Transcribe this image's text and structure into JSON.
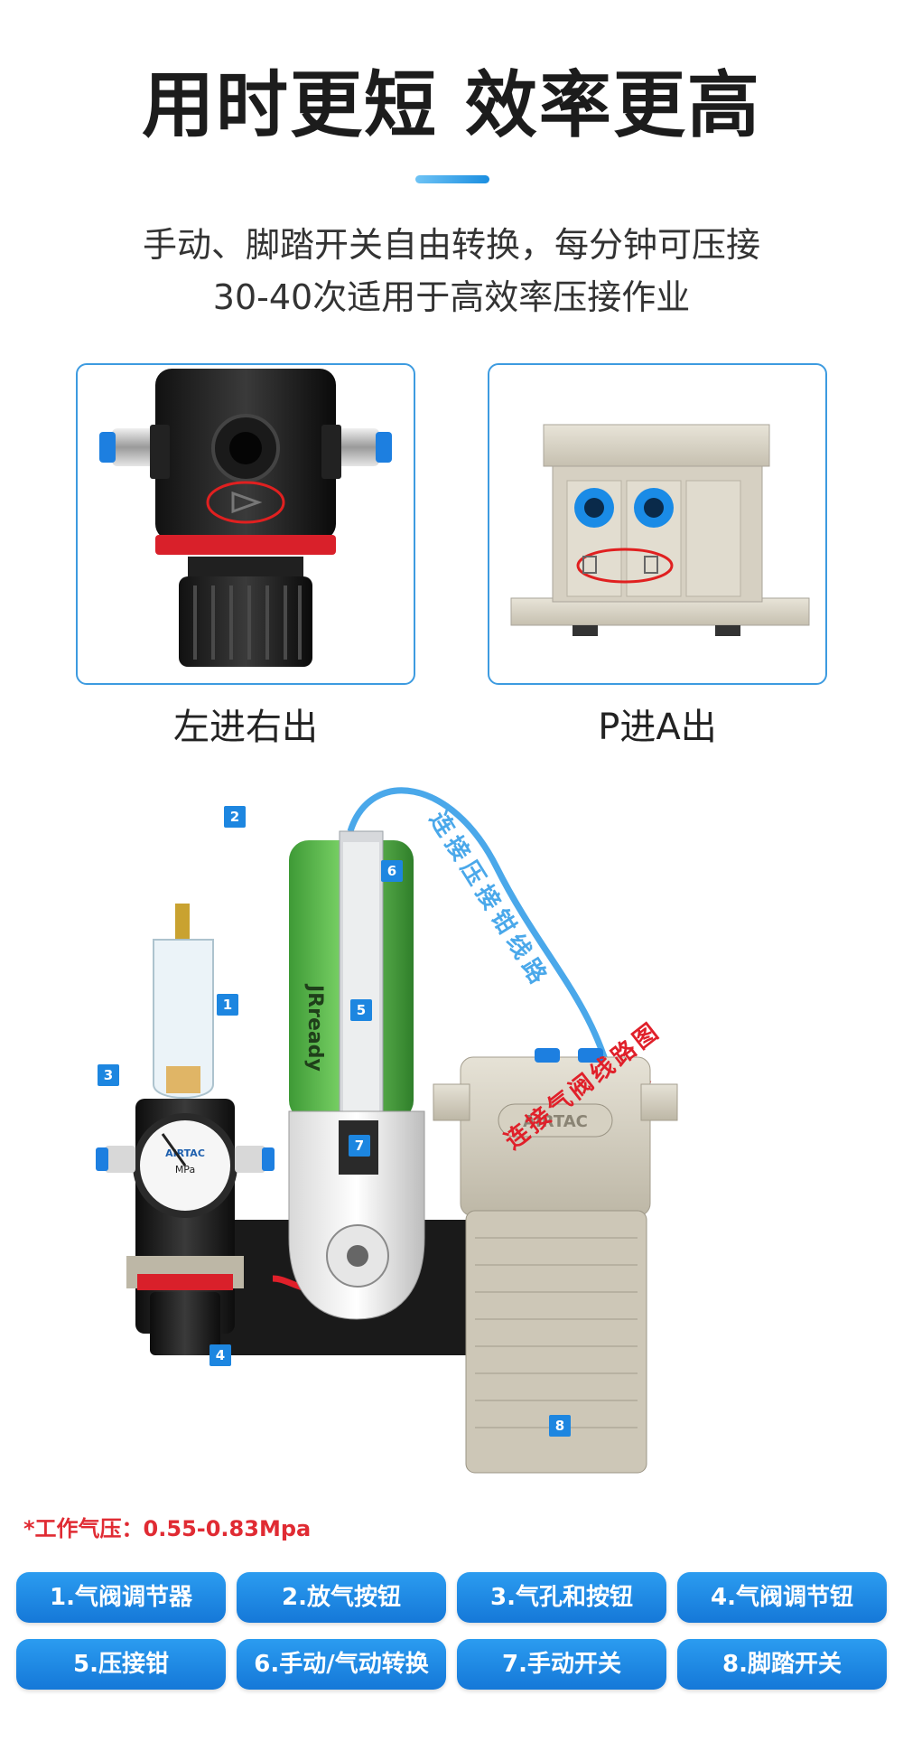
{
  "headline": "用时更短 效率更高",
  "subtitle": {
    "line1": "手动、脚踏开关自由转换，每分钟可压接",
    "line2": "30-40次适用于高效率压接作业"
  },
  "cards": [
    {
      "caption": "左进右出"
    },
    {
      "caption": "P进A出"
    }
  ],
  "assembly": {
    "brand_text": "JRready",
    "gauge_brand": "AIRTAC",
    "gauge_unit": "MPa",
    "pedal_brand": "AIRTAC",
    "route_crimper": "连接压接钳线路",
    "route_valve": "连接气阀线路图",
    "tags": [
      "1",
      "2",
      "3",
      "4",
      "5",
      "6",
      "7",
      "8"
    ]
  },
  "pressure_note": "*工作气压：0.55-0.83Mpa",
  "legend": [
    "1.气阀调节器",
    "2.放气按钮",
    "3.气孔和按钮",
    "4.气阀调节钮",
    "5.压接钳",
    "6.手动/气动转换",
    "7.手动开关",
    "8.脚踏开关"
  ],
  "colors": {
    "accent": "#1d86e0",
    "crimper_green": "#5ab84a",
    "hose_blue": "#4aa8ea",
    "hose_red": "#e0202a",
    "pressure_red": "#e02b33"
  }
}
